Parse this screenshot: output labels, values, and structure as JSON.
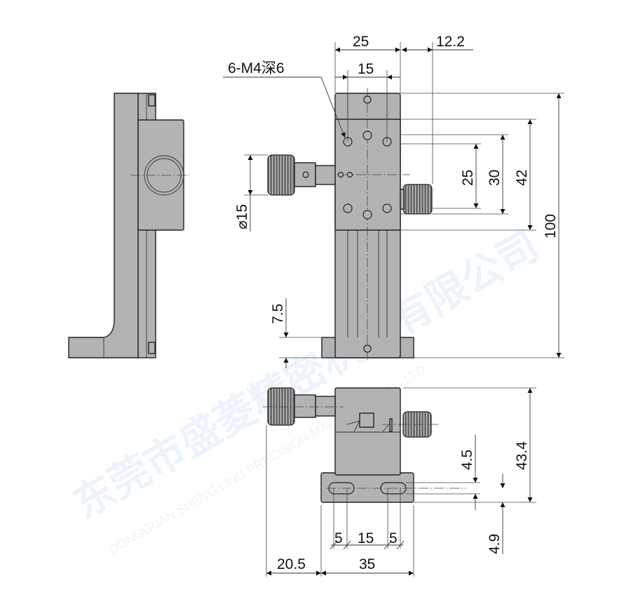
{
  "watermark": {
    "company_cn": "东莞市盛菱精密机械有限公司",
    "company_en": "DONGGUAN SHENG LING PRECISION MACHINERY CO., LTD",
    "color": "#dfeaf6"
  },
  "colors": {
    "part_fill": "#b3b3b3",
    "knob_fill": "#555555",
    "line": "#222222"
  },
  "front_view": {
    "hole_callout": "6-M4深6",
    "width_overall": "25",
    "knob_offset": "12.2",
    "hole_spacing_x": "15",
    "hole_spacing_25": "25",
    "hole_spacing_30": "30",
    "carriage_height": "42",
    "total_height": "100",
    "knob_diameter": "⌀15",
    "base_height": "7.5"
  },
  "bottom_view": {
    "height": "43.4",
    "slot_width": "4.5",
    "slot_offset": "4.9",
    "slot_len_left": "5",
    "slot_spacing": "15",
    "slot_len_right": "5",
    "knob_reach": "20.5",
    "base_width": "35"
  }
}
